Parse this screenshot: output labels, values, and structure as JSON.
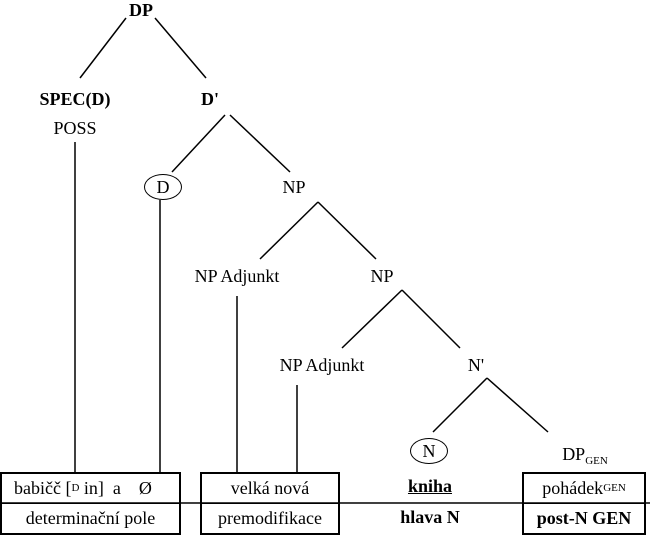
{
  "nodes": {
    "dp": "DP",
    "spec_d": "SPEC(D)",
    "poss": "POSS",
    "d_bar": "D'",
    "d": "D",
    "np1": "NP",
    "np_adjunkt1": "NP Adjunkt",
    "np2": "NP",
    "np_adjunkt2": "NP Adjunkt",
    "n_bar": "N'",
    "n": "N",
    "dp_gen_base": "DP",
    "dp_gen_sub": "GEN"
  },
  "boxes": {
    "determiner": {
      "top_pre": "babičč [",
      "top_sub": "D",
      "top_post": " in]  a",
      "top_null": "Ø",
      "bottom": "determinační pole"
    },
    "premod": {
      "top": "velká nová",
      "bottom": "premodifikace"
    },
    "head": {
      "top": "kniha",
      "bottom": "hlava N"
    },
    "postmod": {
      "top_base": "pohádek",
      "top_sub": "GEN",
      "bottom": "post-N GEN"
    }
  }
}
